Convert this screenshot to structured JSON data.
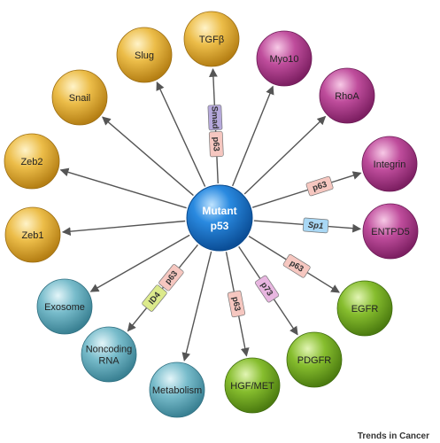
{
  "center": {
    "line1": "Mutant",
    "line2": "p53"
  },
  "nodes": [
    {
      "id": "tgfb",
      "lines": [
        "TGFβ"
      ],
      "group": "gold"
    },
    {
      "id": "myo10",
      "lines": [
        "Myo10"
      ],
      "group": "magenta"
    },
    {
      "id": "rhoa",
      "lines": [
        "RhoA"
      ],
      "group": "magenta"
    },
    {
      "id": "integrin",
      "lines": [
        "Integrin"
      ],
      "group": "magenta"
    },
    {
      "id": "entpd5",
      "lines": [
        "ENTPD5"
      ],
      "group": "magenta"
    },
    {
      "id": "egfr",
      "lines": [
        "EGFR"
      ],
      "group": "green"
    },
    {
      "id": "pdgfr",
      "lines": [
        "PDGFR"
      ],
      "group": "green"
    },
    {
      "id": "hgfmet",
      "lines": [
        "HGF/MET"
      ],
      "group": "green"
    },
    {
      "id": "metabolism",
      "lines": [
        "Metabolism"
      ],
      "group": "teal"
    },
    {
      "id": "noncoding",
      "lines": [
        "Noncoding",
        "RNA"
      ],
      "group": "teal"
    },
    {
      "id": "exosome",
      "lines": [
        "Exosome"
      ],
      "group": "teal"
    },
    {
      "id": "zeb1",
      "lines": [
        "Zeb1"
      ],
      "group": "gold"
    },
    {
      "id": "zeb2",
      "lines": [
        "Zeb2"
      ],
      "group": "gold"
    },
    {
      "id": "snail",
      "lines": [
        "Snail"
      ],
      "group": "gold"
    },
    {
      "id": "slug",
      "lines": [
        "Slug"
      ],
      "group": "gold"
    }
  ],
  "mediators": [
    {
      "target": "tgfb",
      "labels": [
        {
          "text": "Smad",
          "color": "purple"
        },
        {
          "text": "p63",
          "color": "pink"
        }
      ]
    },
    {
      "target": "integrin",
      "labels": [
        {
          "text": "p63",
          "color": "pink"
        }
      ]
    },
    {
      "target": "entpd5",
      "labels": [
        {
          "text": "Sp1",
          "color": "blue",
          "italic": true
        }
      ]
    },
    {
      "target": "egfr",
      "labels": [
        {
          "text": "p63",
          "color": "pink"
        }
      ]
    },
    {
      "target": "pdgfr",
      "labels": [
        {
          "text": "p73",
          "color": "violet"
        }
      ]
    },
    {
      "target": "hgfmet",
      "labels": [
        {
          "text": "p63",
          "color": "pink"
        }
      ]
    },
    {
      "target": "noncoding",
      "labels": [
        {
          "text": "ID4",
          "color": "lime"
        },
        {
          "text": "p63",
          "color": "pink"
        }
      ]
    }
  ],
  "colors": {
    "gold": "#e3ab2d",
    "magenta": "#b03a8e",
    "green": "#76ad22",
    "teal": "#5aaabb",
    "center": "#1a74c6",
    "arrow": "#555555",
    "mediator_pink": "#f6c7c0",
    "mediator_purple": "#b6a9dc",
    "mediator_blue": "#a9d8f5",
    "mediator_violet": "#e8b6e0",
    "mediator_lime": "#dcea8c"
  },
  "footer": "Trends in Cancer"
}
